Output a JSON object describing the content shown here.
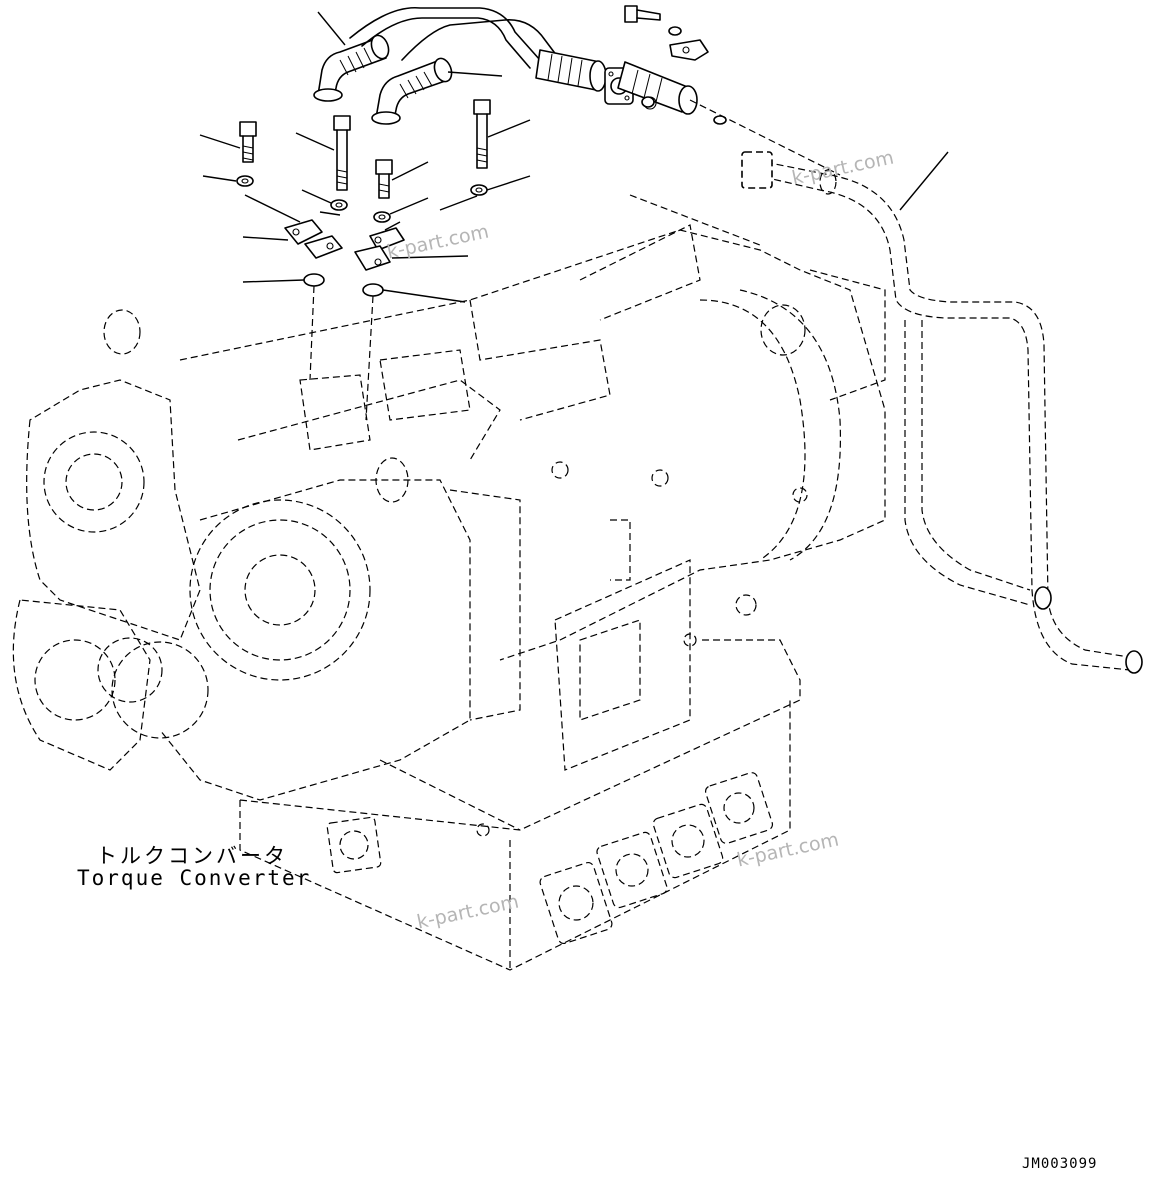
{
  "caption": {
    "japanese": "トルクコンバータ",
    "english": "Torque Converter"
  },
  "drawing_id": "JM003099",
  "watermarks": [
    "k-part.com",
    "k-part.com",
    "k-part.com",
    "k-part.com"
  ]
}
